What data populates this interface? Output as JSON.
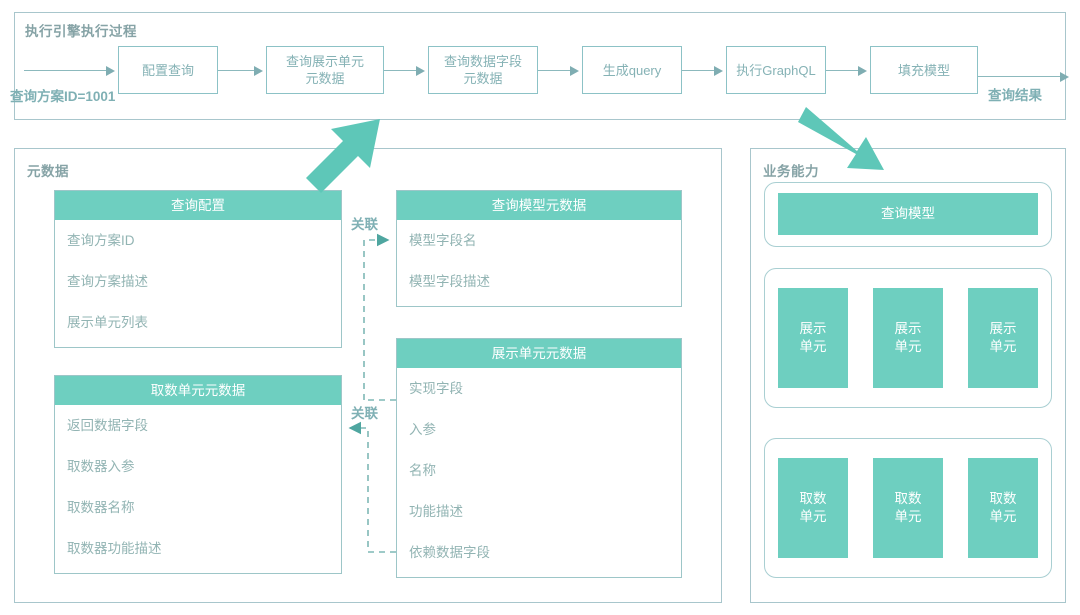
{
  "diagram": {
    "accent_teal": "#6ecfc0",
    "border_blue": "#a8c6cc",
    "text_muted": "#92b4b3"
  },
  "flow_panel": {
    "title": "执行引擎执行过程",
    "input_label": "查询方案ID=1001",
    "output_label": "查询结果",
    "steps": [
      {
        "label": "配置查询"
      },
      {
        "label": "查询展示单元\n元数据",
        "line1": "查询展示单元",
        "line2": "元数据"
      },
      {
        "label": "查询数据字段\n元数据",
        "line1": "查询数据字段",
        "line2": "元数据"
      },
      {
        "label": "生成query"
      },
      {
        "label": "执行GraphQL"
      },
      {
        "label": "填充模型"
      }
    ]
  },
  "metadata_panel": {
    "title": "元数据",
    "relation_label_top": "关联",
    "relation_label_bottom": "关联",
    "tables": [
      {
        "id": "query-config",
        "header": "查询配置",
        "rows": [
          "查询方案ID",
          "查询方案描述",
          "展示单元列表"
        ]
      },
      {
        "id": "fetch-unit-metadata",
        "header": "取数单元元数据",
        "rows": [
          "返回数据字段",
          "取数器入参",
          "取数器名称",
          "取数器功能描述"
        ]
      },
      {
        "id": "query-model-metadata",
        "header": "查询模型元数据",
        "rows": [
          "模型字段名",
          "模型字段描述"
        ]
      },
      {
        "id": "display-unit-metadata",
        "header": "展示单元元数据",
        "rows": [
          "实现字段",
          "入参",
          "名称",
          "功能描述",
          "依赖数据字段"
        ]
      }
    ]
  },
  "capability_panel": {
    "title": "业务能力",
    "groups": [
      {
        "id": "query-model-group",
        "chips": [
          {
            "line1": "查询模型",
            "line2": ""
          }
        ]
      },
      {
        "id": "display-unit-group",
        "chips": [
          {
            "line1": "展示",
            "line2": "单元"
          },
          {
            "line1": "展示",
            "line2": "单元"
          },
          {
            "line1": "展示",
            "line2": "单元"
          }
        ]
      },
      {
        "id": "fetch-unit-group",
        "chips": [
          {
            "line1": "取数",
            "line2": "单元"
          },
          {
            "line1": "取数",
            "line2": "单元"
          },
          {
            "line1": "取数",
            "line2": "单元"
          }
        ]
      }
    ]
  }
}
